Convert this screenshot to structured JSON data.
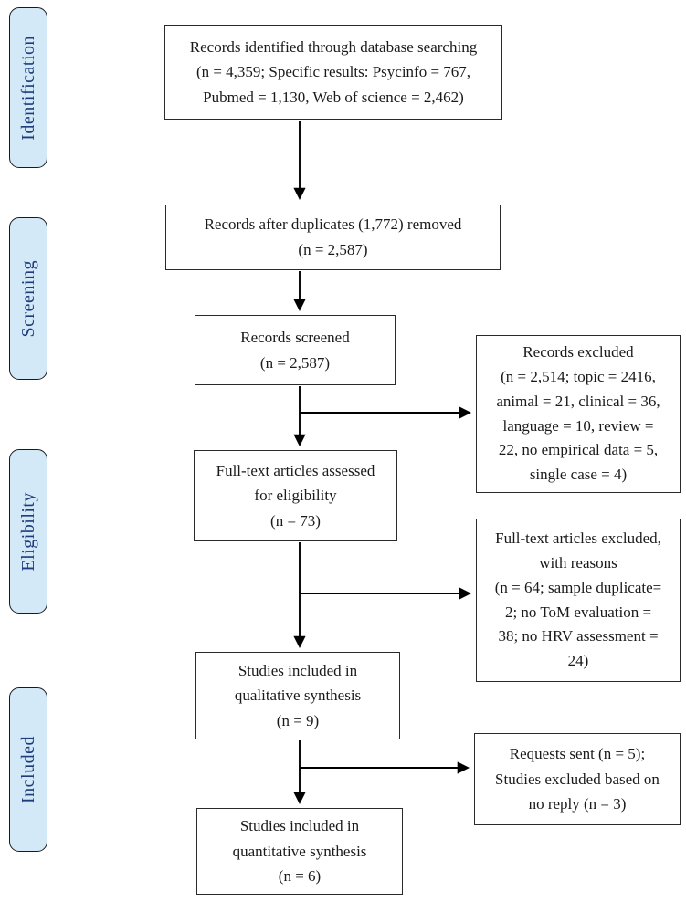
{
  "stages": {
    "identification": "Identification",
    "screening": "Screening",
    "eligibility": "Eligibility",
    "included": "Included"
  },
  "boxes": {
    "records_identified": "Records identified through database searching\n(n = 4,359; Specific results: Psycinfo = 767,\nPubmed = 1,130, Web of science = 2,462)",
    "duplicates_removed": "Records after duplicates (1,772) removed\n(n = 2,587)",
    "records_screened": "Records screened\n(n = 2,587)",
    "records_excluded": "Records excluded\n(n = 2,514; topic = 2416,\nanimal = 21, clinical = 36,\nlanguage = 10, review =\n22, no empirical data = 5,\nsingle case = 4)",
    "fulltext_assessed": "Full-text articles assessed\nfor eligibility\n(n = 73)",
    "fulltext_excluded": "Full-text articles excluded,\nwith reasons\n(n = 64; sample duplicate=\n2; no ToM evaluation =\n38; no HRV assessment =\n24)",
    "qualitative_included": "Studies included in\nqualitative synthesis\n(n = 9)",
    "requests_sent": "Requests sent (n = 5);\nStudies excluded based on\nno reply (n = 3)",
    "quantitative_included": "Studies included in\nquantitative synthesis\n(n = 6)"
  },
  "colors": {
    "stage_fill": "#d3e9f8",
    "stage_text": "#1f3d7a",
    "box_border": "#2a2a2a",
    "arrow": "#000000"
  }
}
